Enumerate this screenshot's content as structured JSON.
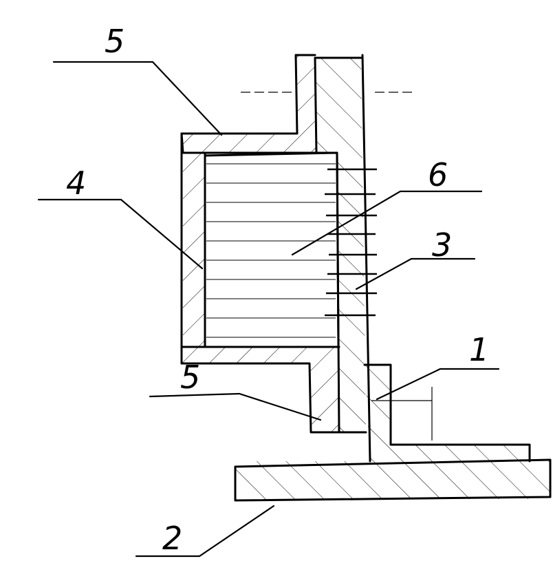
{
  "labels": {
    "wall_plate": "1",
    "base_plate": "2",
    "fasteners": "3",
    "side_plate": "4",
    "bracket_top": "5",
    "bracket_bottom": "5",
    "block": "6"
  },
  "colors": {
    "ink": "#000000",
    "paper": "#ffffff"
  }
}
